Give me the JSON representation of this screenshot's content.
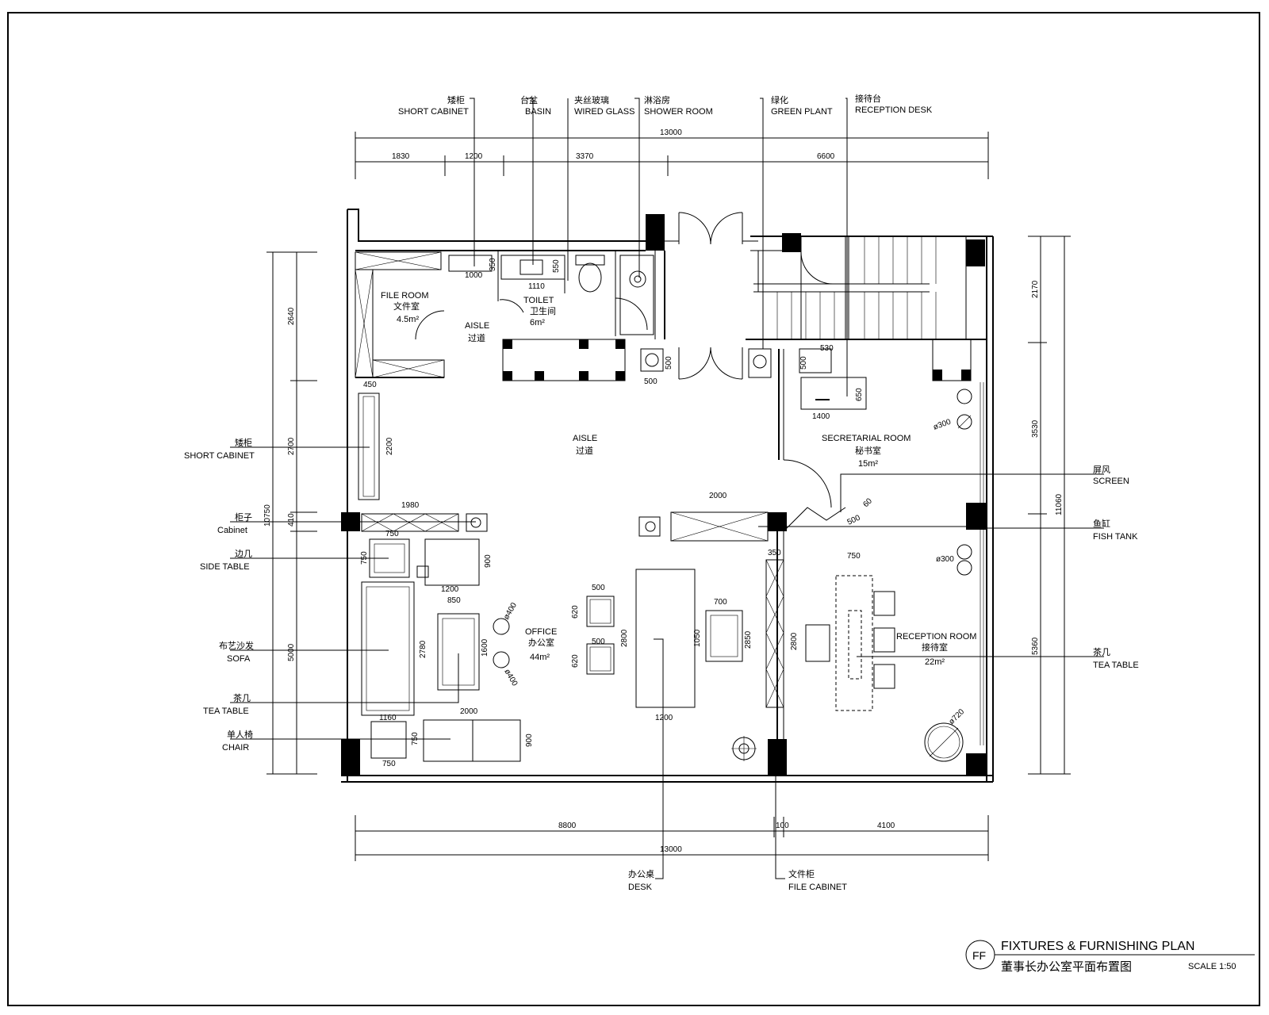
{
  "title_block": {
    "symbol": "FF",
    "title_en": "FIXTURES & FURNISHING PLAN",
    "title_cn": "董事长办公室平面布置图",
    "scale": "SCALE 1:50"
  },
  "rooms": [
    {
      "en": "FILE ROOM",
      "cn": "文件室",
      "area": "4.5m²"
    },
    {
      "en": "TOILET",
      "cn": "卫生间",
      "area": "6m²"
    },
    {
      "en": "AISLE",
      "cn": "过道",
      "area": ""
    },
    {
      "en": "AISLE",
      "cn": "过道",
      "area": ""
    },
    {
      "en": "SECRETARIAL ROOM",
      "cn": "秘书室",
      "area": "15m²"
    },
    {
      "en": "OFFICE",
      "cn": "办公室",
      "area": "44m²"
    },
    {
      "en": "RECEPTION ROOM",
      "cn": "接待室",
      "area": "22m²"
    }
  ],
  "top_labels": [
    {
      "cn": "矮柜",
      "en": "SHORT CABINET"
    },
    {
      "cn": "台盆",
      "en": "BASIN"
    },
    {
      "cn": "夹丝玻璃",
      "en": "WIRED GLASS"
    },
    {
      "cn": "淋浴房",
      "en": "SHOWER ROOM"
    },
    {
      "cn": "绿化",
      "en": "GREEN PLANT"
    },
    {
      "cn": "接待台",
      "en": "RECEPTION DESK"
    }
  ],
  "left_labels": [
    {
      "cn": "矮柜",
      "en": "SHORT CABINET"
    },
    {
      "cn": "柜子",
      "en": "Cabinet"
    },
    {
      "cn": "边几",
      "en": "SIDE TABLE"
    },
    {
      "cn": "布艺沙发",
      "en": "SOFA"
    },
    {
      "cn": "茶几",
      "en": "TEA TABLE"
    },
    {
      "cn": "单人椅",
      "en": "CHAIR"
    }
  ],
  "right_labels": [
    {
      "cn": "屏风",
      "en": "SCREEN"
    },
    {
      "cn": "鱼缸",
      "en": "FISH TANK"
    },
    {
      "cn": "茶几",
      "en": "TEA TABLE"
    }
  ],
  "bottom_labels": [
    {
      "cn": "办公桌",
      "en": "DESK"
    },
    {
      "cn": "文件柜",
      "en": "FILE CABINET"
    }
  ],
  "dims": {
    "top_total": "13000",
    "top_segments": [
      "1830",
      "1200",
      "3370",
      "6600"
    ],
    "bottom_segments": [
      "8800",
      "100",
      "4100"
    ],
    "bottom_total": "13000",
    "left_total": "10750",
    "left_segments": [
      "2640",
      "2700",
      "410",
      "5000"
    ],
    "right_total": "11060",
    "right_segments": [
      "2170",
      "3530",
      "5360"
    ],
    "inner": [
      "1000",
      "350",
      "1110",
      "550",
      "500",
      "500",
      "500",
      "530",
      "650",
      "1400",
      "450",
      "2200",
      "1980",
      "750",
      "750",
      "900",
      "1200",
      "850",
      "2780",
      "1600",
      "ø400",
      "ø400",
      "1160",
      "750",
      "750",
      "2000",
      "900",
      "500",
      "620",
      "500",
      "620",
      "2800",
      "1200",
      "2000",
      "1050",
      "700",
      "350",
      "2850",
      "2800",
      "750",
      "ø300",
      "ø300",
      "ø720",
      "500",
      "60"
    ]
  }
}
